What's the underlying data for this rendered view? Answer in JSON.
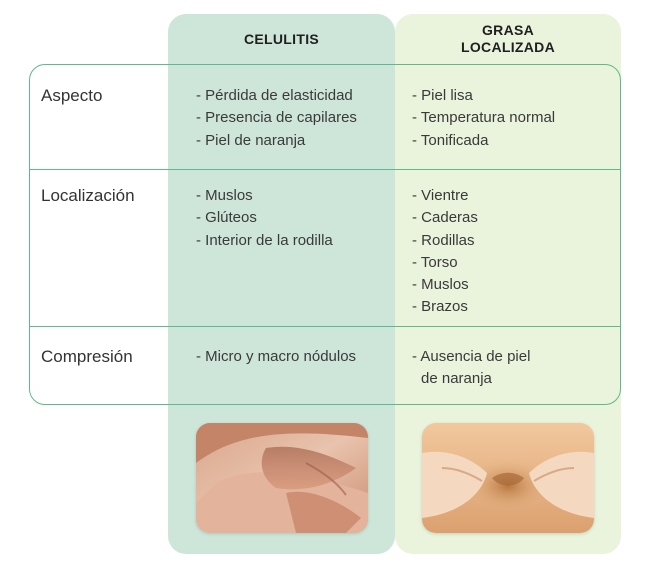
{
  "colors": {
    "celulitis_bg": "#cde6d9",
    "grasa_bg": "#eaf3dc",
    "border_line": "#5fb98a"
  },
  "columns": {
    "celulitis": "CELULITIS",
    "grasa_line1": "GRASA",
    "grasa_line2": "LOCALIZADA"
  },
  "rows": [
    {
      "label": "Aspecto",
      "celulitis": [
        "Pérdida de elasticidad",
        "Presencia de capilares",
        "Piel de naranja"
      ],
      "grasa": [
        "Piel lisa",
        "Temperatura normal",
        "Tonificada"
      ]
    },
    {
      "label": "Localización",
      "celulitis": [
        "Muslos",
        "Glúteos",
        "Interior de la rodilla"
      ],
      "grasa": [
        "Vientre",
        "Caderas",
        "Rodillas",
        "Torso",
        "Muslos",
        "Brazos"
      ]
    },
    {
      "label": "Compresión",
      "celulitis": [
        "Micro y macro nódulos"
      ],
      "grasa": [
        "Ausencia de piel",
        "de naranja"
      ]
    }
  ],
  "images": {
    "celulitis_photo": "skin-pinch-thigh-photo",
    "grasa_photo": "skin-pinch-abdomen-photo"
  }
}
